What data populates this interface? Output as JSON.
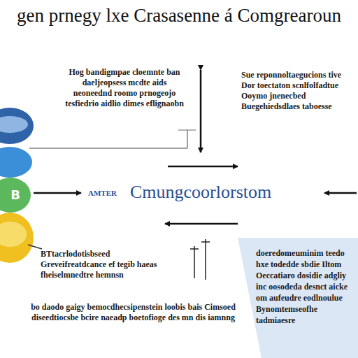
{
  "diagram": {
    "title": "gen prnegy lxe Crasasenne á Comgrearoun",
    "nodes": [
      {
        "text": [
          "B"
        ]
      },
      {
        "text": [
          "doeredomeuminim teedo hxe todedde sbdie Iltom Oeccatiaro dosidie adgliy inc oosodeda desnct aicke om aufeudre eodlnoulue Bynomtemseofhe tadmiaesre"
        ]
      }
    ],
    "labels": [
      "Hog bandigmpae cloemnte ban daeljeopsess mcdte aids neoneednd roomo prnogeojo tesfiedrio aidlio dimes eflignaobn",
      "Sue reponnoltaegucions tive Dor toectaton scnlfolfadtue Ooymo jnenecbed Buegehiedsdlaes taboesse",
      "AMTER",
      "Cmungcoorlorstom",
      "BTtacrlodotisbseed Greveifreatdcance ef tegib haeas fheiselmnedtre hemnsn",
      "bo daodo gaigy bemocdhecsipenstein loobis bais Cimsoed diseedtiocsbe bcire naeadp boetofioge des mn dis iamnng"
    ]
  }
}
